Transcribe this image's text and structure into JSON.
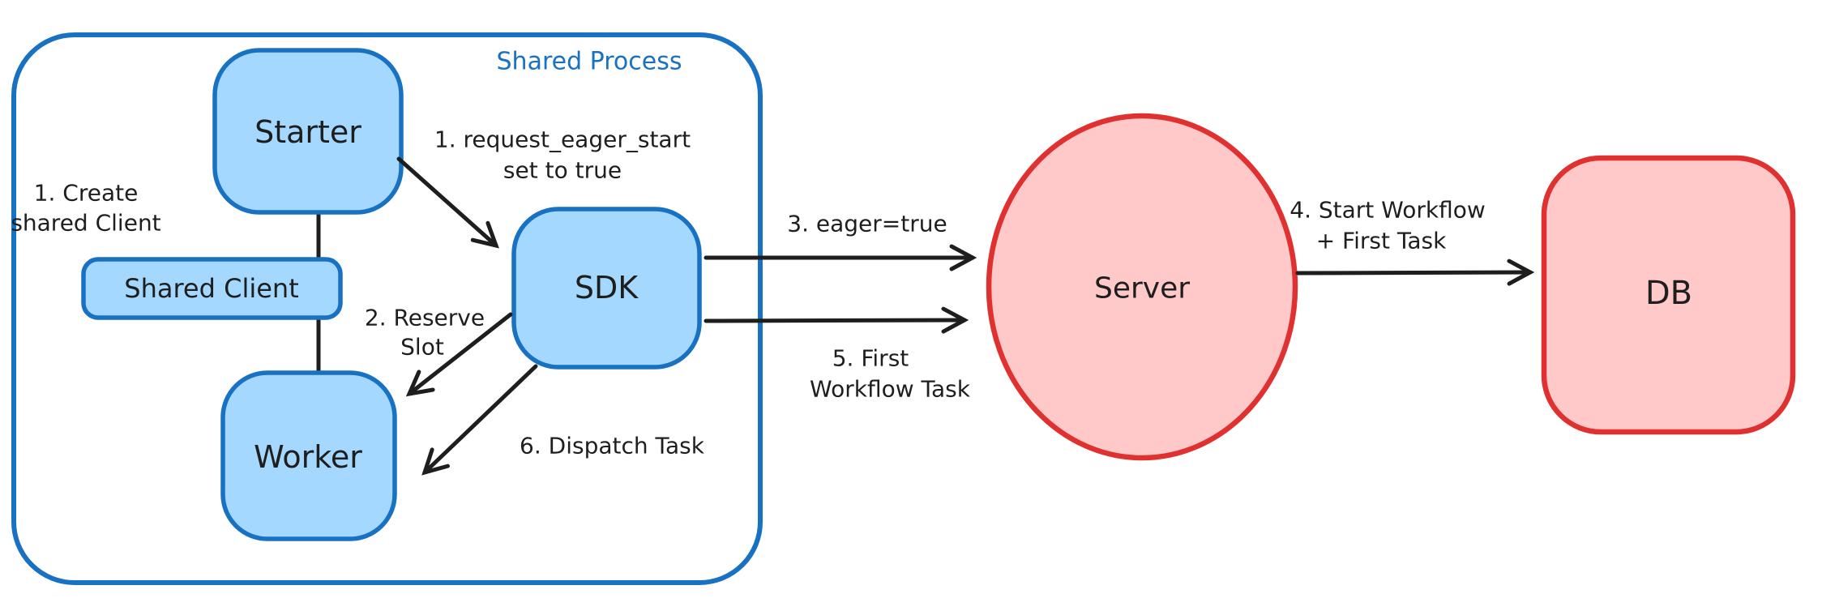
{
  "diagram": {
    "container": {
      "label": "Shared Process"
    },
    "nodes": {
      "starter": {
        "label": "Starter"
      },
      "shared_client": {
        "label": "Shared Client"
      },
      "worker": {
        "label": "Worker"
      },
      "sdk": {
        "label": "SDK"
      },
      "server": {
        "label": "Server"
      },
      "db": {
        "label": "DB"
      }
    },
    "annotations": {
      "create_shared_client": {
        "line1": "1. Create",
        "line2": "shared Client"
      },
      "request_eager_start": {
        "line1": "1. request_eager_start",
        "line2": "set to true"
      },
      "reserve_slot": {
        "line1": "2. Reserve",
        "line2": "Slot"
      },
      "eager_true": {
        "label": "3. eager=true"
      },
      "start_workflow_first_task": {
        "line1": "4. Start Workflow",
        "line2": "+ First Task"
      },
      "first_workflow_task": {
        "line1": "5. First",
        "line2": "Workflow Task"
      },
      "dispatch_task": {
        "label": "6. Dispatch Task"
      }
    },
    "colors": {
      "blue_stroke": "#1971c2",
      "blue_fill": "#a5d8ff",
      "red_stroke": "#e03131",
      "red_fill": "#ffc9c9",
      "ink": "#1e1e1e",
      "background": "#ffffff"
    }
  }
}
